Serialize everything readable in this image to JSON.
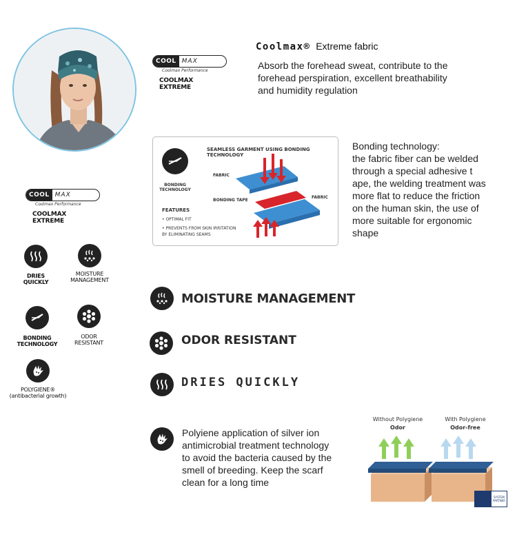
{
  "coolmax_logo": {
    "cool": "COOL",
    "max": "MAX",
    "sub": "Coolmax Performance",
    "caption": "COOLMAX EXTREME"
  },
  "coolmax_section": {
    "heading_brand": "Coolmax®",
    "heading_rest": "Extreme fabric",
    "description_lines": [
      "Absorb the forehead sweat, contribute to the",
      "forehead perspiration, excellent breathability",
      "and humidity regulation"
    ]
  },
  "bonding_diagram": {
    "title": "SEAMLESS GARMENT USING BONDING TECHNOLOGY",
    "icon_label": [
      "BONDING",
      "TECHNOLOGY"
    ],
    "fabric_top": "FABRIC",
    "bonding_tape": "BONDING TAPE",
    "fabric_right": "FABRIC",
    "features_title": "FEATURES",
    "features": [
      "• OPTIMAL FIT",
      "• PREVENTS FROM SKIN IRRITATION",
      "BY ELIMINATING SEAMS"
    ]
  },
  "bonding_section": {
    "lines": [
      "Bonding technology:",
      "the fabric fiber can be welded",
      "through a special adhesive t",
      "ape, the welding treatment was",
      "more flat to reduce the friction",
      "on the human skin, the use of",
      "more suitable for ergonomic",
      "shape"
    ]
  },
  "left_icons": {
    "dries": "DRIES QUICKLY",
    "moisture": [
      "MOISTURE",
      "MANAGEMENT"
    ],
    "bonding": "BONDING TECHNOLOGY",
    "odor": [
      "ODOR",
      "RESISTANT"
    ],
    "polygiene": [
      "POLYGIENE®",
      "(antibacterial growth)"
    ]
  },
  "features_list": {
    "moisture": "MOISTURE MANAGEMENT",
    "odor": "ODOR RESISTANT",
    "dries": "DRIES QUICKLY"
  },
  "polygiene_section": {
    "lines": [
      "Polyiene application of silver ion",
      "antimicrobial treatment technology",
      "to avoid the bacteria caused by the",
      "smell of breeding. Keep the scarf",
      "clean for a long time"
    ]
  },
  "polygiene_diagram": {
    "without_title": "Without Polygiene",
    "without_sub": "Odor",
    "with_title": "With Polygiene",
    "with_sub": "Odor-free",
    "badge": "SYSTEM PARTNER"
  },
  "colors": {
    "icon_dark": "#222222",
    "fabric_blue": "#3d8fd1",
    "arrow_red": "#d8252b",
    "portrait_ring": "#7ec4e4"
  }
}
